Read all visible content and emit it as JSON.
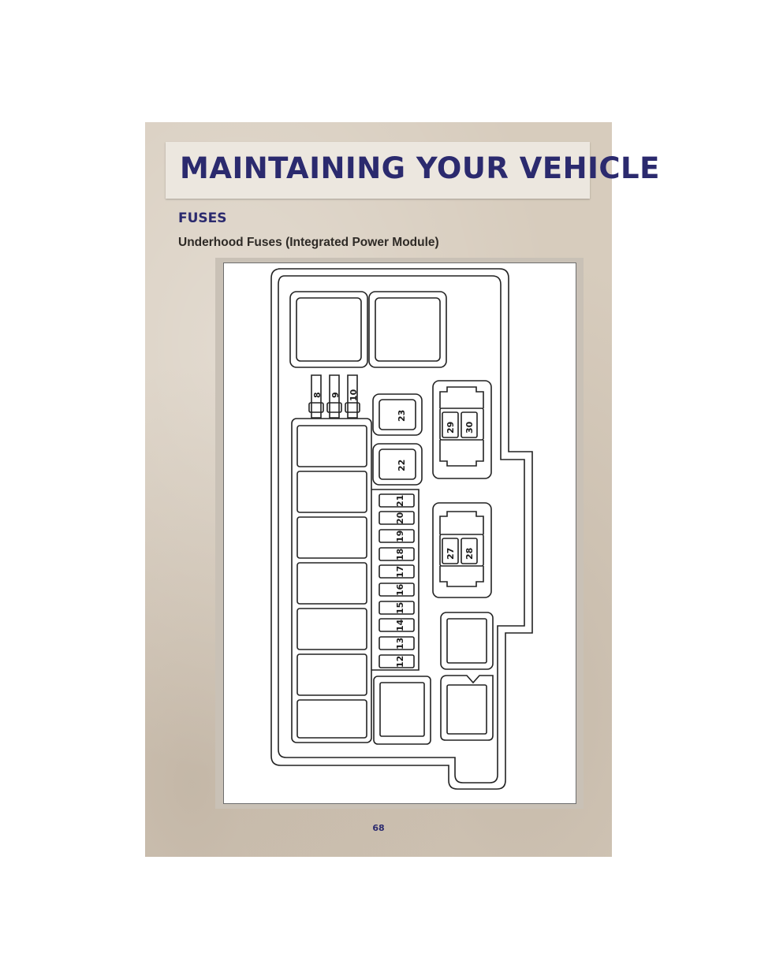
{
  "header": {
    "title": "MAINTAINING YOUR VEHICLE"
  },
  "section": {
    "title": "FUSES",
    "subtitle": "Underhood Fuses (Integrated Power Module)"
  },
  "diagram": {
    "top_fuses": [
      "8",
      "9",
      "10"
    ],
    "small_relays": [
      "23",
      "22"
    ],
    "fuse_column": [
      "21",
      "20",
      "19",
      "18",
      "17",
      "16",
      "15",
      "14",
      "13",
      "12"
    ],
    "upper_pair": [
      "29",
      "30"
    ],
    "lower_pair": [
      "27",
      "28"
    ]
  },
  "footer": {
    "page_number": "68"
  }
}
